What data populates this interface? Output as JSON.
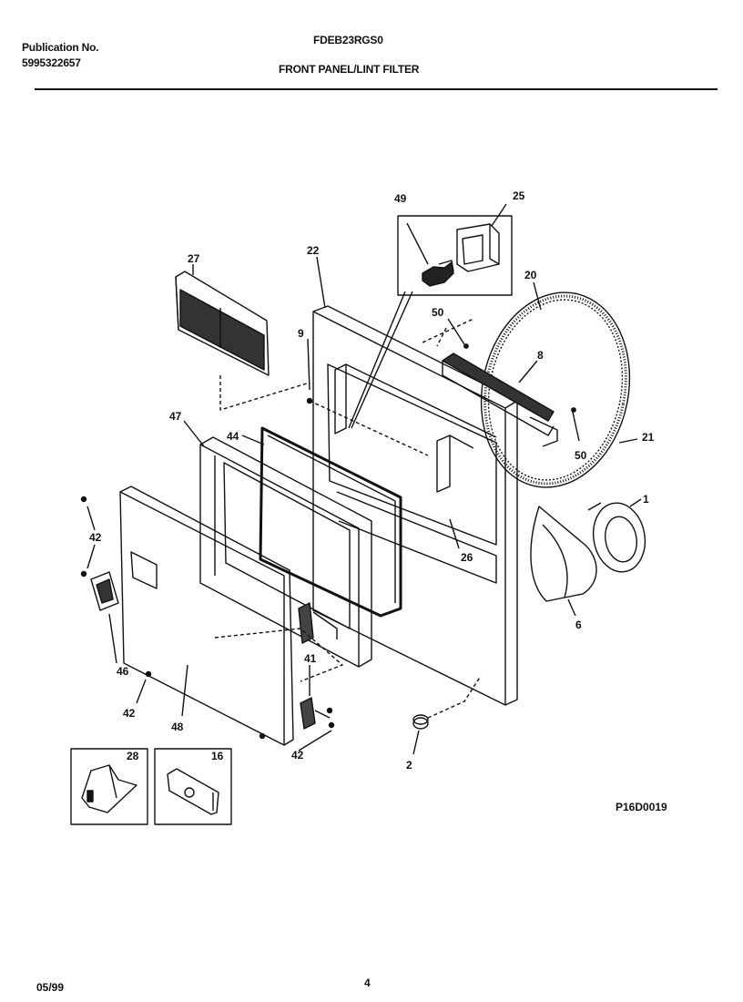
{
  "header": {
    "publication_label": "Publication No.",
    "publication_number": "5995322657",
    "model": "FDEB23RGS0",
    "section_title": "FRONT PANEL/LINT FILTER"
  },
  "footer": {
    "date": "05/99",
    "page_number": "4",
    "diagram_code": "P16D0019"
  },
  "callouts": [
    "49",
    "25",
    "27",
    "22",
    "20",
    "9",
    "50",
    "8",
    "47",
    "44",
    "50",
    "21",
    "1",
    "42",
    "26",
    "6",
    "41",
    "46",
    "42",
    "48",
    "42",
    "2",
    "28",
    "16"
  ]
}
